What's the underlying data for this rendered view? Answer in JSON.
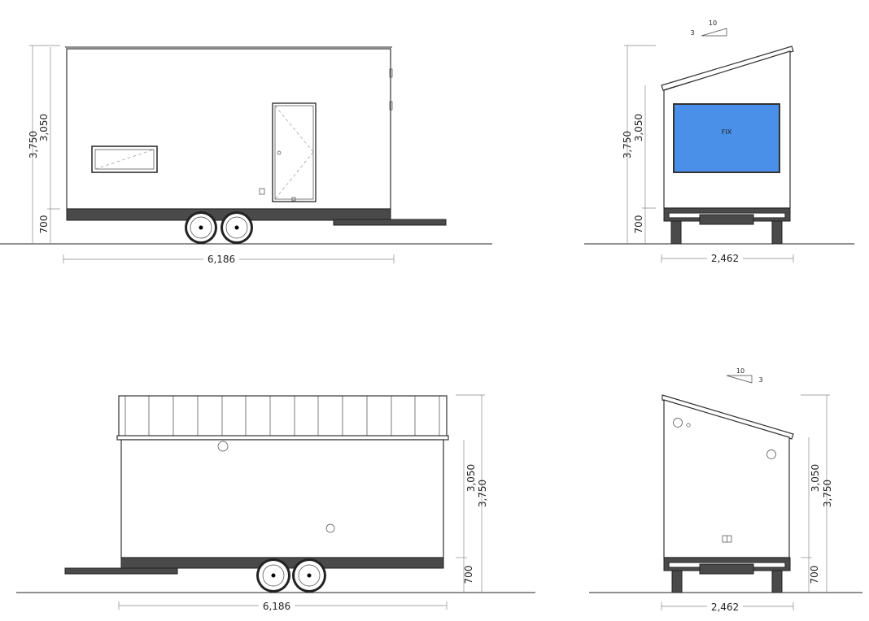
{
  "views": {
    "front": {
      "overall_width": "6,186",
      "total_height": "3,750",
      "wall_height": "3,050",
      "chassis_height": "700"
    },
    "right": {
      "overall_width": "2,462",
      "total_height": "3,750",
      "wall_height": "3,050",
      "chassis_height": "700",
      "window_label": "FIX",
      "slope_run": "10",
      "slope_rise": "3"
    },
    "back": {
      "overall_width": "6,186",
      "total_height": "3,750",
      "wall_height": "3,050",
      "chassis_height": "700"
    },
    "left": {
      "overall_width": "2,462",
      "total_height": "3,750",
      "wall_height": "3,050",
      "chassis_height": "700",
      "slope_run": "10",
      "slope_rise": "3"
    }
  },
  "colors": {
    "glass": "#4a90e8",
    "chassis": "#4a4a4a",
    "line": "#222222"
  }
}
